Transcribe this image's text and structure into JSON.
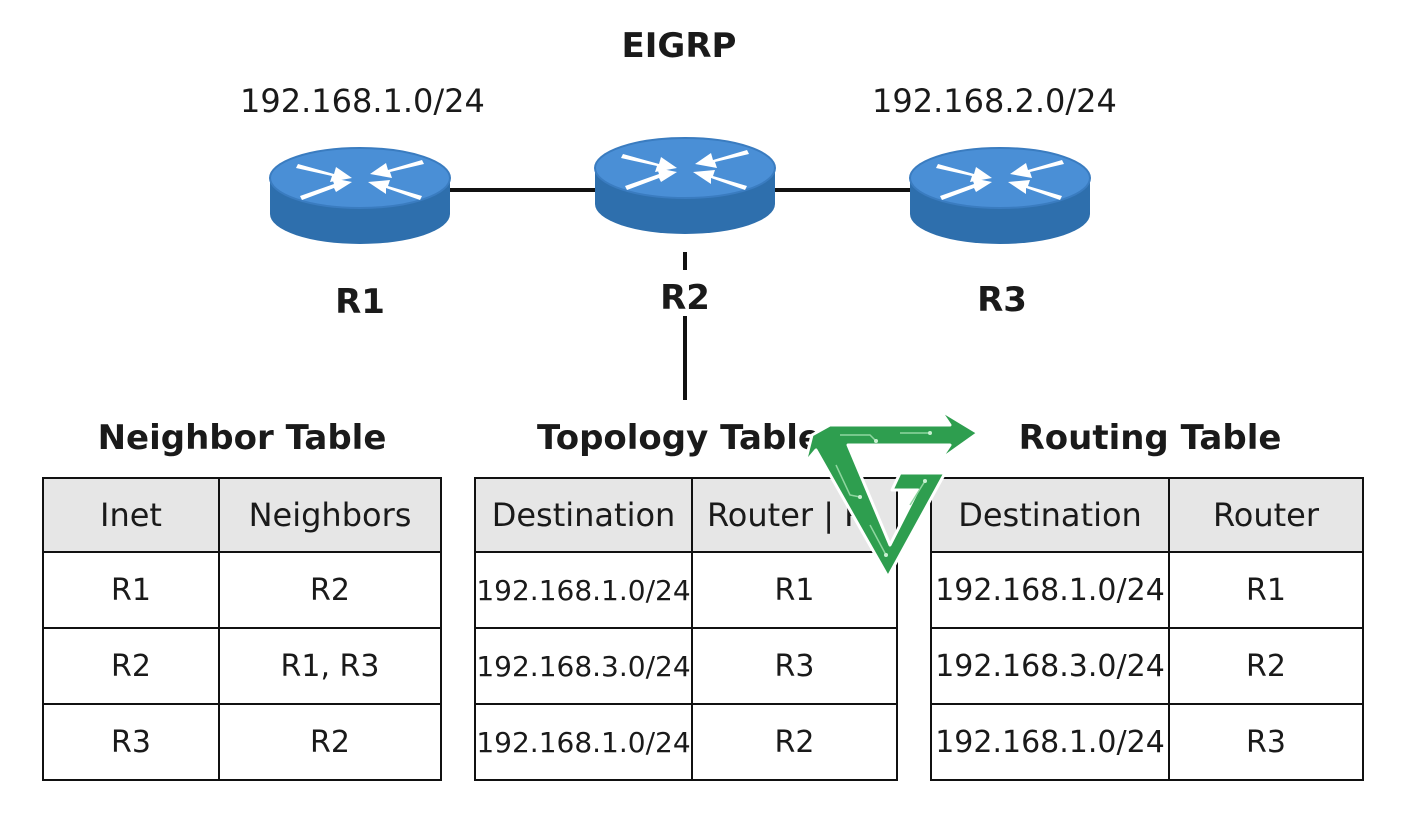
{
  "diagram": {
    "title": "EIGRP",
    "networks": {
      "left": "192.168.1.0/24",
      "right": "192.168.2.0/24"
    },
    "routers": [
      {
        "id": "r1",
        "name": "R1"
      },
      {
        "id": "r2",
        "name": "R2"
      },
      {
        "id": "r3",
        "name": "R3"
      }
    ],
    "colors": {
      "router_top": "#4a8fd6",
      "router_side": "#2e6fad",
      "line": "#111111",
      "header_bg": "#e6e6e6",
      "watermark": "#2e9e4f"
    }
  },
  "neighbor_table": {
    "title": "Neighbor Table",
    "headers": [
      "Inet",
      "Neighbors"
    ],
    "rows": [
      [
        "R1",
        "R2"
      ],
      [
        "R2",
        "R1, R3"
      ],
      [
        "R3",
        "R2"
      ]
    ]
  },
  "topology_table": {
    "title": "Topology Table",
    "headers": [
      "Destination",
      "Router | R"
    ],
    "rows": [
      [
        "192.168.1.0/24",
        "R1"
      ],
      [
        "192.168.3.0/24",
        "R3"
      ],
      [
        "192.168.1.0/24",
        "R2"
      ]
    ]
  },
  "routing_table": {
    "title": "Routing Table",
    "headers": [
      "Destination",
      "Router"
    ],
    "rows": [
      [
        "192.168.1.0/24",
        "R1"
      ],
      [
        "192.168.3.0/24",
        "R2"
      ],
      [
        "192.168.1.0/24",
        "R3"
      ]
    ]
  }
}
